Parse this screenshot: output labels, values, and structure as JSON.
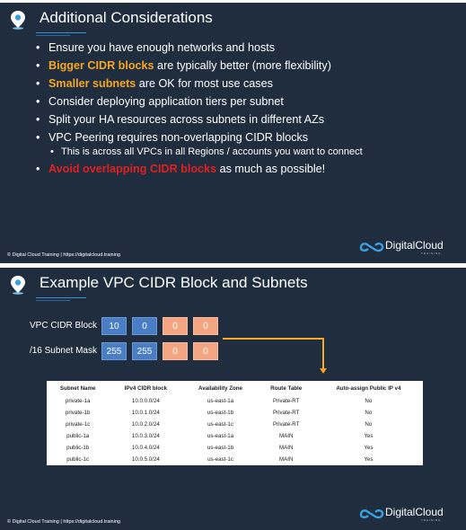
{
  "slide1": {
    "title": "Additional Considerations",
    "bullets": [
      {
        "segments": [
          {
            "text": "Ensure you have enough networks and hosts",
            "style": "normal"
          }
        ]
      },
      {
        "segments": [
          {
            "text": "Bigger CIDR blocks",
            "style": "orange"
          },
          {
            "text": " are typically better (more flexibility)",
            "style": "normal"
          }
        ]
      },
      {
        "segments": [
          {
            "text": "Smaller subnets",
            "style": "orange"
          },
          {
            "text": " are OK for most use cases",
            "style": "normal"
          }
        ]
      },
      {
        "segments": [
          {
            "text": "Consider deploying application tiers per subnet",
            "style": "normal"
          }
        ]
      },
      {
        "segments": [
          {
            "text": "Split your HA resources across subnets in different AZs",
            "style": "normal"
          }
        ]
      },
      {
        "segments": [
          {
            "text": "VPC Peering requires non-overlapping CIDR blocks",
            "style": "normal"
          }
        ]
      },
      {
        "sub": true,
        "segments": [
          {
            "text": "This is across all VPCs in all Regions / accounts you want to connect",
            "style": "normal"
          }
        ]
      },
      {
        "segments": [
          {
            "text": "Avoid overlapping CIDR blocks",
            "style": "red"
          },
          {
            "text": " as much as possible!",
            "style": "normal"
          }
        ]
      }
    ],
    "footer": "© Digital Cloud Training  |  https://digitalcloud.training",
    "brand": "DigitalCloud",
    "brand_sub": "TRAINING"
  },
  "slide2": {
    "title": "Example VPC CIDR Block and Subnets",
    "cidr_label": "VPC CIDR Block",
    "cidr_octets": [
      "10",
      "0",
      "0",
      "0"
    ],
    "mask_label": "/16 Subnet Mask",
    "mask_octets": [
      "255",
      "255",
      "0",
      "0"
    ],
    "table": {
      "headers": [
        "Subnet Name",
        "IPv4 CIDR block",
        "Availability Zone",
        "Route Table",
        "Auto-assign Public IP v4"
      ],
      "rows": [
        [
          "private-1a",
          "10.0.0.0/24",
          "us-east-1a",
          "Private-RT",
          "No"
        ],
        [
          "private-1b",
          "10.0.1.0/24",
          "us-east-1b",
          "Private-RT",
          "No"
        ],
        [
          "private-1c",
          "10.0.2.0/24",
          "us-east-1c",
          "Private-RT",
          "No"
        ],
        [
          "public-1a",
          "10.0.3.0/24",
          "us-east-1a",
          "MAIN",
          "Yes"
        ],
        [
          "public-1b",
          "10.0.4.0/24",
          "us-east-1b",
          "MAIN",
          "Yes"
        ],
        [
          "public-1c",
          "10.0.5.0/24",
          "us-east-1c",
          "MAIN",
          "Yes"
        ]
      ]
    },
    "footer": "© Digital Cloud Training  |  https://digitalcloud.training",
    "brand": "DigitalCloud",
    "brand_sub": "TRAINING"
  },
  "colors": {
    "slide_bg": "#1f2d3f",
    "highlight_orange": "#f5a623",
    "highlight_red": "#e02020",
    "octet_blue": "#4a7ec4",
    "octet_peach": "#f4a582"
  }
}
